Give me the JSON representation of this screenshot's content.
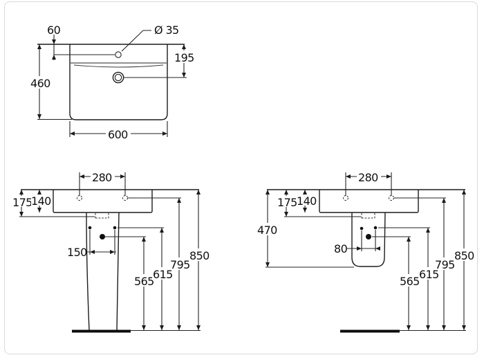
{
  "drawing": {
    "type": "washbasin-technical-dimensions",
    "units": "mm",
    "views": {
      "plan": {
        "tap_hole_diameter": "Ø 35",
        "tap_hole_from_rear": "60",
        "rear_to_drain": "195",
        "depth": "460",
        "width": "600"
      },
      "pedestal": {
        "tap_hole_spacing": "280",
        "rim_to_recess": "175",
        "rim_thickness": "140",
        "fixing_hole_spacing": "150",
        "drain_height": "565",
        "fixing_height": "615",
        "tap_hole_height": "795",
        "rim_height": "850"
      },
      "semi_pedestal": {
        "tap_hole_spacing": "280",
        "rim_to_recess": "175",
        "rim_thickness": "140",
        "shroud_drop": "470",
        "fixing_hole_spacing": "80",
        "drain_height": "565",
        "fixing_height": "615",
        "tap_hole_height": "795",
        "rim_height": "850"
      }
    },
    "colors": {
      "line": "#222222",
      "text": "#101010",
      "floor": "#0d0d0d",
      "border": "#d9d9d9",
      "background": "#ffffff"
    }
  }
}
